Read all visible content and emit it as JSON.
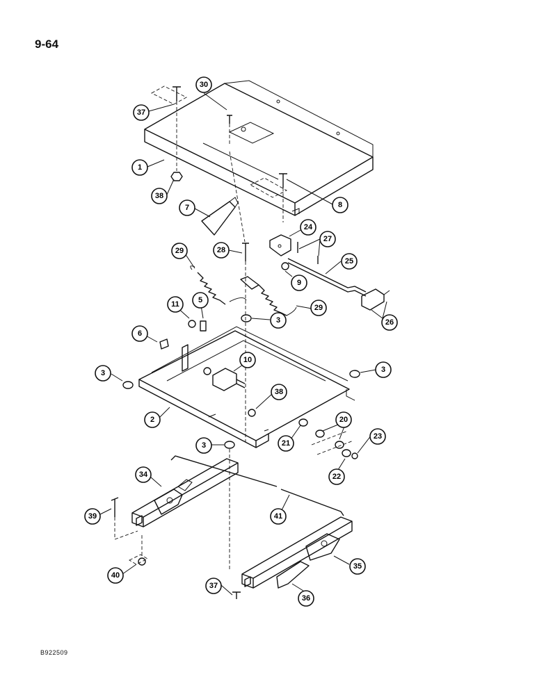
{
  "page_number": "9-64",
  "document_code": "B922509",
  "callouts": [
    "30",
    "37",
    "1",
    "38",
    "7",
    "8",
    "24",
    "27",
    "28",
    "25",
    "29",
    "9",
    "26",
    "11",
    "5",
    "3",
    "29",
    "6",
    "10",
    "3",
    "3",
    "38",
    "2",
    "20",
    "3",
    "21",
    "23",
    "22",
    "34",
    "39",
    "41",
    "40",
    "37",
    "35",
    "36"
  ]
}
